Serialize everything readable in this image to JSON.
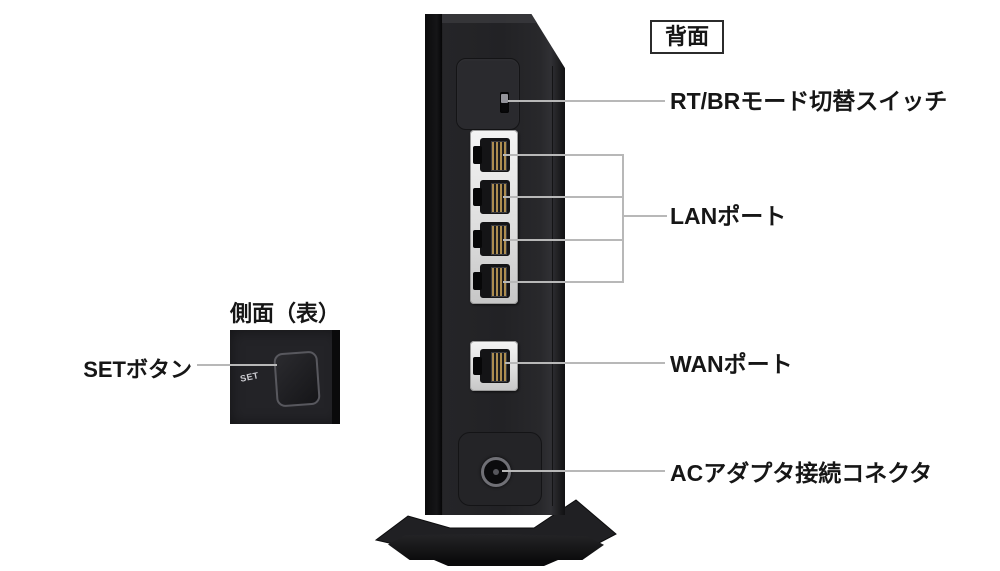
{
  "views": {
    "back": "背面",
    "side": "側面（表）"
  },
  "callouts": {
    "mode_switch": "RT/BRモード切替スイッチ",
    "lan": "LANポート",
    "wan": "WANポート",
    "ac": "ACアダプタ接続コネクタ",
    "set": "SETボタン"
  },
  "device": {
    "set_button_text": "SET",
    "lan_port_count": 4
  },
  "colors": {
    "callout_line": "#b8b8b8",
    "label_text": "#161616",
    "body": "#222225",
    "port_panel": "#e9e9e9",
    "gold_pins": "#ad8d50"
  }
}
